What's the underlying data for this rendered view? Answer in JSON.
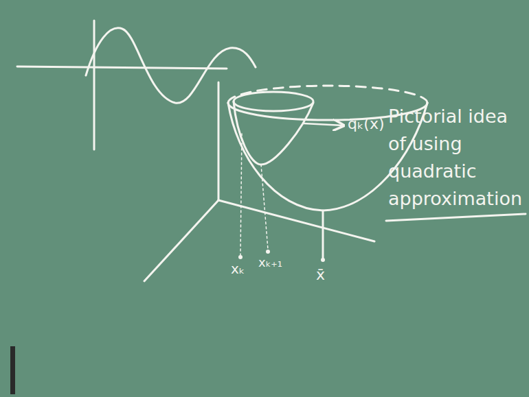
{
  "diagram": {
    "labels": [
      "qₖ(x)",
      "xₖ",
      "xₖ₊₁",
      "x̄",
      "Pictorial idea of using quadratic approximation"
    ]
  }
}
